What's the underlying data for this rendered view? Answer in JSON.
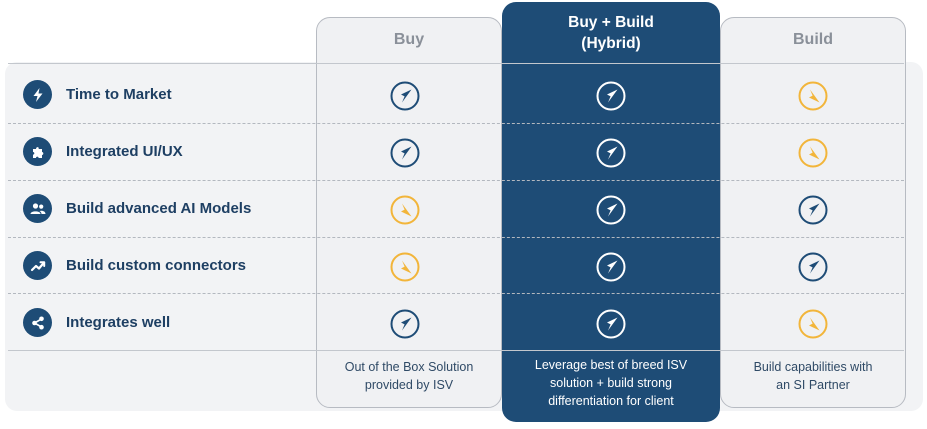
{
  "columns": {
    "buy": "Buy",
    "hybrid_line1": "Buy + Build",
    "hybrid_line2": "(Hybrid)",
    "build": "Build"
  },
  "colors": {
    "navy": "#1e4c76",
    "up": "#1e4c76",
    "down": "#f2b53a",
    "panel": "#f2f3f5"
  },
  "rows": [
    {
      "label": "Time to Market",
      "icon": "lightning-icon",
      "buy": "up",
      "hybrid": "up",
      "build": "down"
    },
    {
      "label": "Integrated UI/UX",
      "icon": "puzzle-icon",
      "buy": "up",
      "hybrid": "up",
      "build": "down"
    },
    {
      "label": "Build advanced AI Models",
      "icon": "people-icon",
      "buy": "down",
      "hybrid": "up",
      "build": "up"
    },
    {
      "label": "Build custom connectors",
      "icon": "trend-line-icon",
      "buy": "down",
      "hybrid": "up",
      "build": "up"
    },
    {
      "label": "Integrates well",
      "icon": "share-icon",
      "buy": "up",
      "hybrid": "up",
      "build": "down"
    }
  ],
  "footer": {
    "buy_line1": "Out of the Box Solution",
    "buy_line2": "provided by ISV",
    "hybrid_line1": "Leverage best of breed ISV",
    "hybrid_line2": "solution + build strong",
    "hybrid_line3": "differentiation for client",
    "build_line1": "Build capabilities with",
    "build_line2": "an SI Partner"
  }
}
